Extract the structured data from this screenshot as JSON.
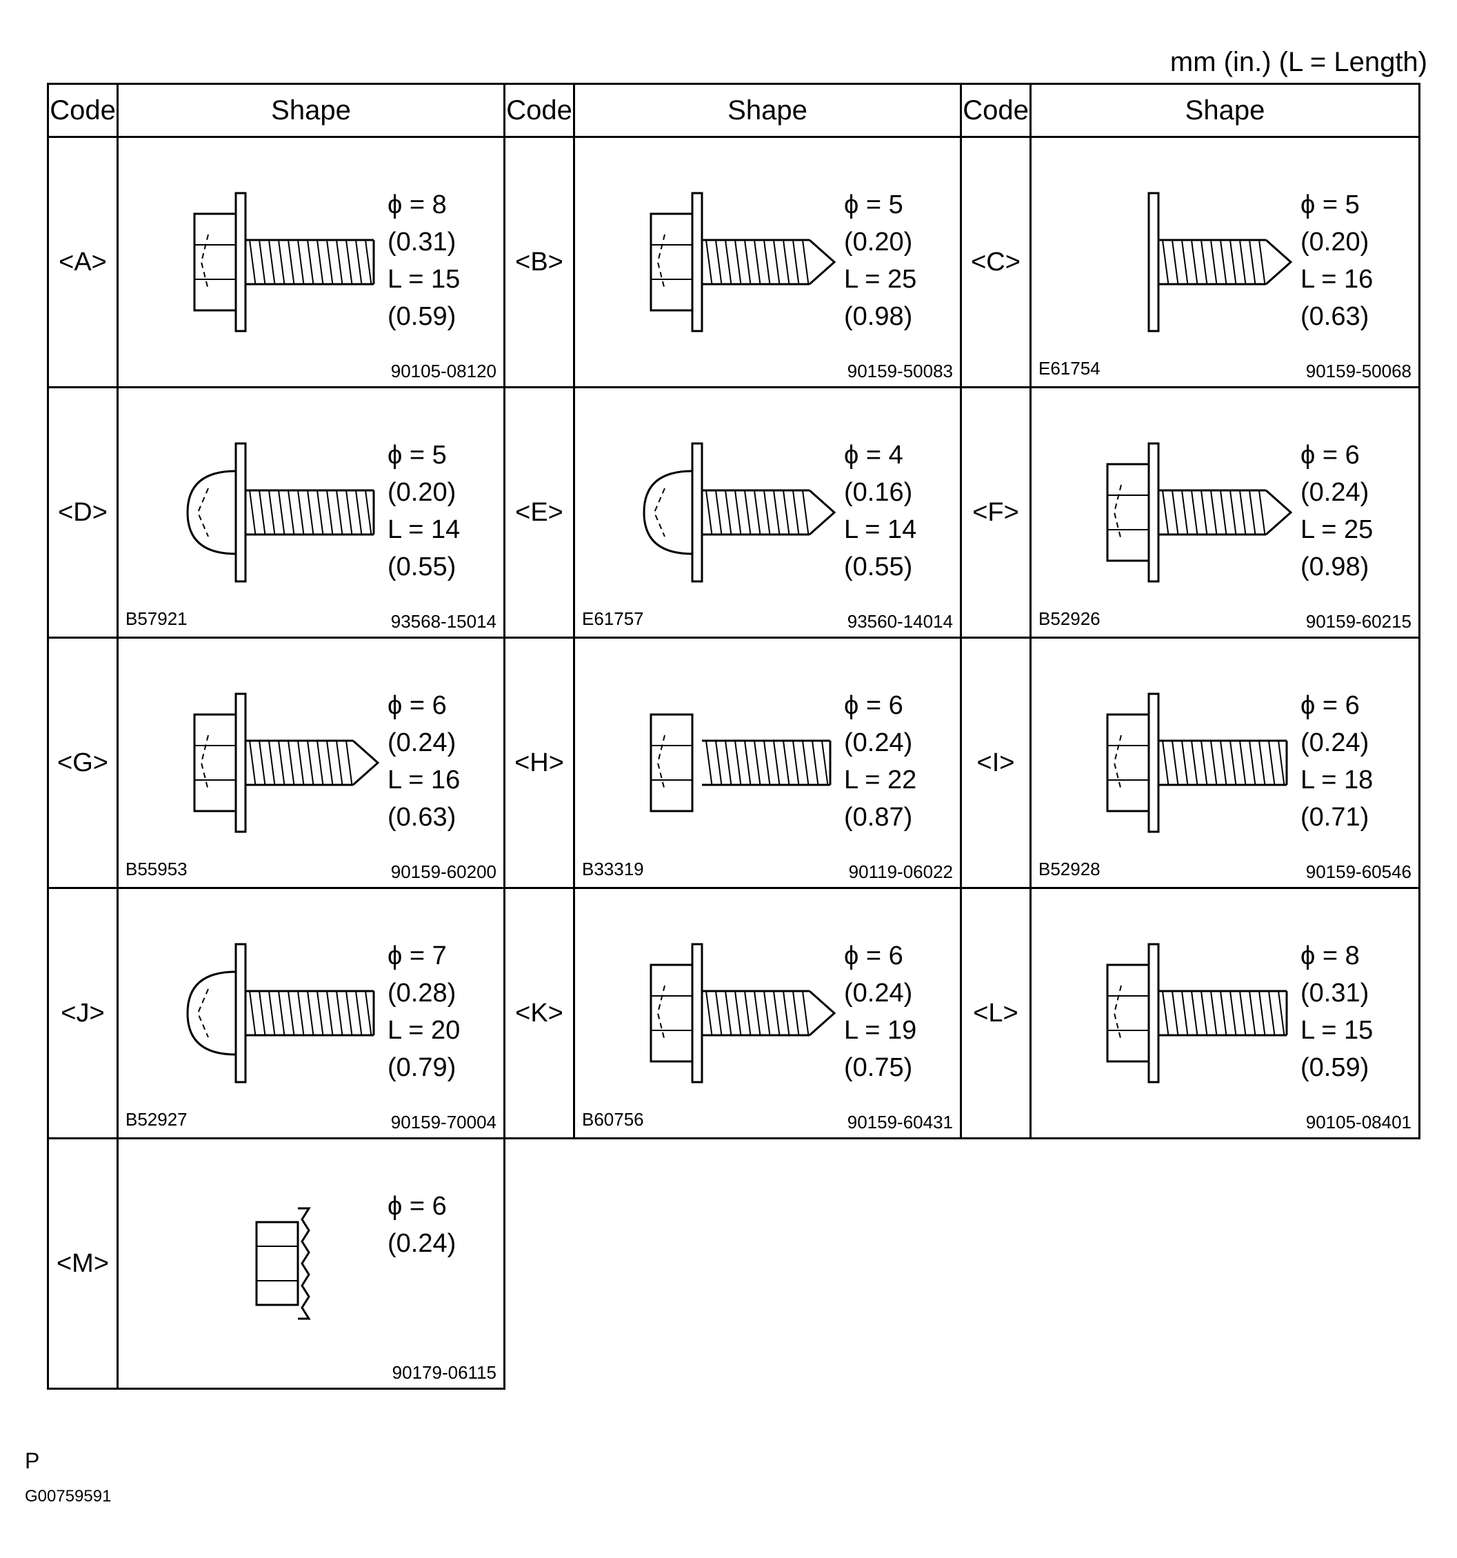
{
  "units_note": "mm (in.) (L = Length)",
  "headers": {
    "code": "Code",
    "shape": "Shape"
  },
  "items": [
    {
      "code": "<A>",
      "phi": "ϕ = 8",
      "phi_in": "(0.31)",
      "length": "L = 15",
      "length_in": "(0.59)",
      "part": "90105-08120",
      "ref": "",
      "drawing": "flange-hex-bolt"
    },
    {
      "code": "<B>",
      "phi": "ϕ = 5",
      "phi_in": "(0.20)",
      "length": "L = 25",
      "length_in": "(0.98)",
      "part": "90159-50083",
      "ref": "",
      "drawing": "hex-tapping-screw"
    },
    {
      "code": "<C>",
      "phi": "ϕ = 5",
      "phi_in": "(0.20)",
      "length": "L = 16",
      "length_in": "(0.63)",
      "part": "90159-50068",
      "ref": "E61754",
      "drawing": "washer-tapping-screw"
    },
    {
      "code": "<D>",
      "phi": "ϕ = 5",
      "phi_in": "(0.20)",
      "length": "L = 14",
      "length_in": "(0.55)",
      "part": "93568-15014",
      "ref": "B57921",
      "drawing": "pan-head-screw"
    },
    {
      "code": "<E>",
      "phi": "ϕ = 4",
      "phi_in": "(0.16)",
      "length": "L = 14",
      "length_in": "(0.55)",
      "part": "93560-14014",
      "ref": "E61757",
      "drawing": "pan-head-tapping-screw"
    },
    {
      "code": "<F>",
      "phi": "ϕ = 6",
      "phi_in": "(0.24)",
      "length": "L = 25",
      "length_in": "(0.98)",
      "part": "90159-60215",
      "ref": "B52926",
      "drawing": "hex-washer-tapping-screw"
    },
    {
      "code": "<G>",
      "phi": "ϕ = 6",
      "phi_in": "(0.24)",
      "length": "L = 16",
      "length_in": "(0.63)",
      "part": "90159-60200",
      "ref": "B55953",
      "drawing": "hex-washer-tapping-screw"
    },
    {
      "code": "<H>",
      "phi": "ϕ = 6",
      "phi_in": "(0.24)",
      "length": "L = 22",
      "length_in": "(0.87)",
      "part": "90119-06022",
      "ref": "B33319",
      "drawing": "hex-bolt"
    },
    {
      "code": "<I>",
      "phi": "ϕ = 6",
      "phi_in": "(0.24)",
      "length": "L = 18",
      "length_in": "(0.71)",
      "part": "90159-60546",
      "ref": "B52928",
      "drawing": "hex-washer-bolt"
    },
    {
      "code": "<J>",
      "phi": "ϕ = 7",
      "phi_in": "(0.28)",
      "length": "L = 20",
      "length_in": "(0.79)",
      "part": "90159-70004",
      "ref": "B52927",
      "drawing": "pan-washer-bolt"
    },
    {
      "code": "<K>",
      "phi": "ϕ = 6",
      "phi_in": "(0.24)",
      "length": "L = 19",
      "length_in": "(0.75)",
      "part": "90159-60431",
      "ref": "B60756",
      "drawing": "hex-washer-tapping-screw"
    },
    {
      "code": "<L>",
      "phi": "ϕ = 8",
      "phi_in": "(0.31)",
      "length": "L = 15",
      "length_in": "(0.59)",
      "part": "90105-08401",
      "ref": "",
      "drawing": "flange-hex-bolt"
    },
    {
      "code": "<M>",
      "phi": "ϕ = 6",
      "phi_in": "(0.24)",
      "length": "",
      "length_in": "",
      "part": "90179-06115",
      "ref": "",
      "drawing": "serrated-flange-nut"
    }
  ],
  "footer": {
    "letter": "P",
    "id": "G00759591"
  }
}
